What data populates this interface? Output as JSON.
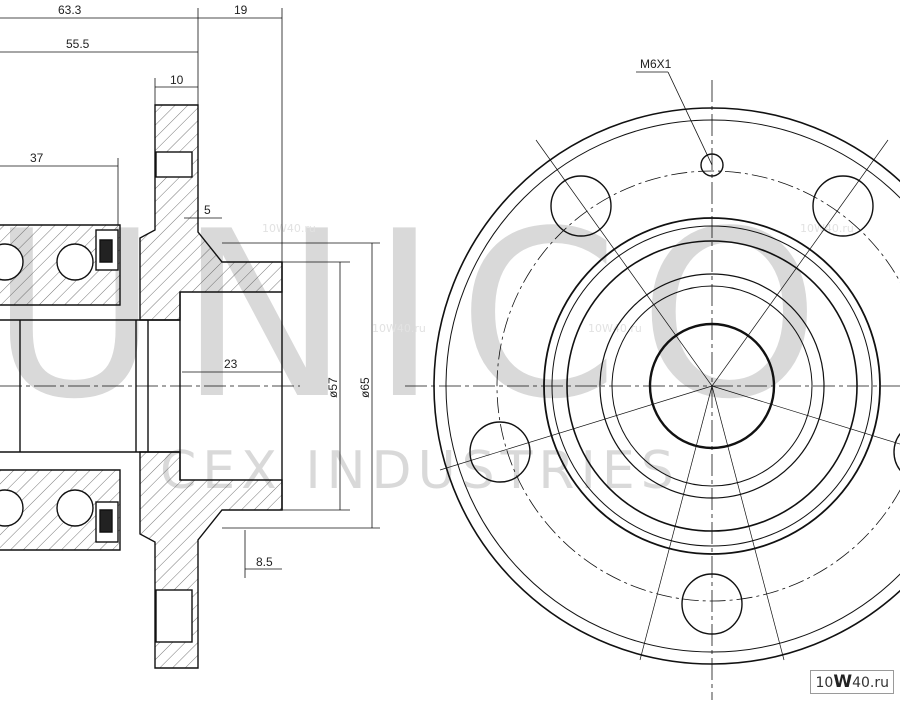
{
  "dimensions": {
    "d63_3": "63.3",
    "d19": "19",
    "d55_5": "55.5",
    "d10": "10",
    "d37": "37",
    "d5": "5",
    "d23": "23",
    "dia57": "ø57",
    "dia65": "ø65",
    "d8_5": "8.5",
    "thread": "M6X1"
  },
  "watermark": {
    "brand": "10W40.ru",
    "text": "UNICO",
    "line2": "CEX INDUSTRIES"
  },
  "badge": {
    "prefix": "10",
    "big": "W",
    "mid": "40",
    "suffix": ".ru"
  }
}
